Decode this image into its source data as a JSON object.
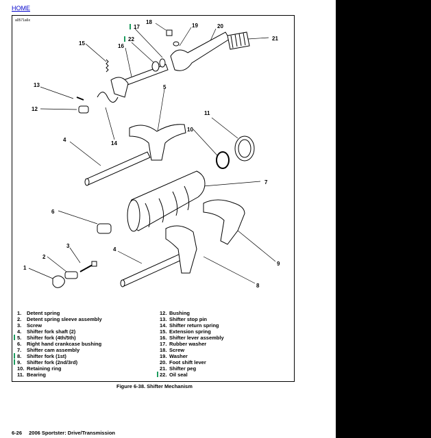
{
  "home_link": "HOME",
  "art_id": "a0571a6x",
  "callouts": [
    "1",
    "2",
    "3",
    "4",
    "4",
    "5",
    "6",
    "7",
    "8",
    "9",
    "10",
    "11",
    "12",
    "13",
    "14",
    "15",
    "16",
    "17",
    "18",
    "19",
    "20",
    "21",
    "22"
  ],
  "legend": {
    "left": [
      {
        "num": "1.",
        "label": "Detent spring"
      },
      {
        "num": "2.",
        "label": "Detent spring sleeve assembly"
      },
      {
        "num": "3.",
        "label": "Screw"
      },
      {
        "num": "4.",
        "label": "Shifter fork shaft (2)"
      },
      {
        "num": "5.",
        "label": "Shifter fork (4th/5th)"
      },
      {
        "num": "6.",
        "label": "Right hand crankcase bushing"
      },
      {
        "num": "7.",
        "label": "Shifter cam assembly"
      },
      {
        "num": "8.",
        "label": "Shifter fork (1st)"
      },
      {
        "num": "9.",
        "label": "Shifter fork (2nd/3rd)"
      },
      {
        "num": "10.",
        "label": "Retaining ring"
      },
      {
        "num": "11.",
        "label": "Bearing"
      }
    ],
    "right": [
      {
        "num": "12.",
        "label": "Bushing"
      },
      {
        "num": "13.",
        "label": "Shifter stop pin"
      },
      {
        "num": "14.",
        "label": "Shifter return spring"
      },
      {
        "num": "15.",
        "label": "Extension spring"
      },
      {
        "num": "16.",
        "label": "Shifter lever assembly"
      },
      {
        "num": "17.",
        "label": "Rubber washer"
      },
      {
        "num": "18.",
        "label": "Screw"
      },
      {
        "num": "19.",
        "label": "Washer"
      },
      {
        "num": "20.",
        "label": "Foot shift lever"
      },
      {
        "num": "21.",
        "label": "Shifter peg"
      },
      {
        "num": "22.",
        "label": "Oil seal"
      }
    ]
  },
  "caption": "Figure 6-38. Shifter Mechanism",
  "footer": {
    "page": "6-26",
    "title": "2006 Sportster: Drive/Transmission"
  },
  "colors": {
    "marker": "#1a9a5c",
    "link": "#0000cc"
  }
}
